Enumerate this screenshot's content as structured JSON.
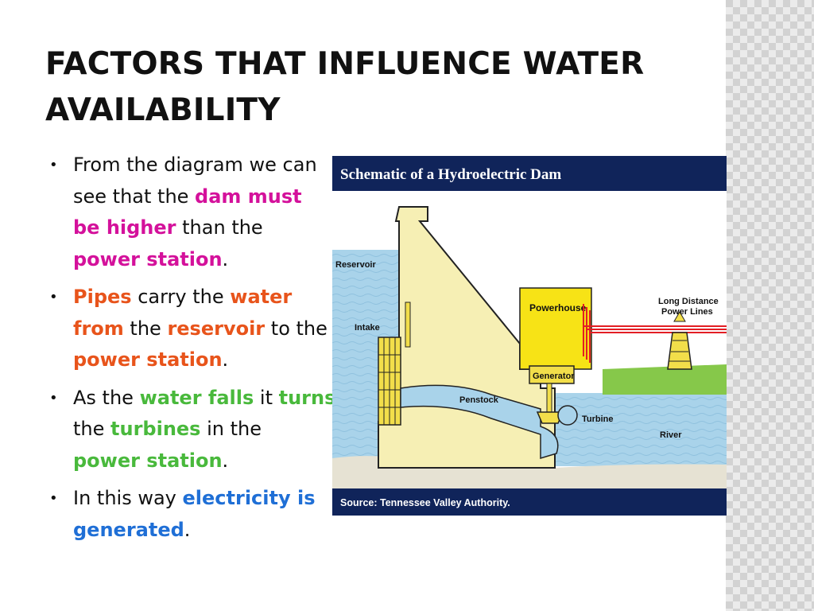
{
  "slide": {
    "title": "FACTORS THAT INFLUENCE WATER AVAILABILITY"
  },
  "bullets": [
    {
      "lines": [
        [
          {
            "t": "From the diagram we can"
          }
        ],
        [
          {
            "t": "see that the "
          },
          {
            "t": "dam must",
            "c": "magenta"
          }
        ],
        [
          {
            "t": "be higher",
            "c": "magenta"
          },
          {
            "t": " than the"
          }
        ],
        [
          {
            "t": "power station",
            "c": "magenta"
          },
          {
            "t": "."
          }
        ]
      ]
    },
    {
      "lines": [
        [
          {
            "t": "Pipes",
            "c": "orange"
          },
          {
            "t": " carry the "
          },
          {
            "t": "water",
            "c": "orange"
          }
        ],
        [
          {
            "t": "from",
            "c": "orange"
          },
          {
            "t": " the "
          },
          {
            "t": "reservoir",
            "c": "orange"
          },
          {
            "t": " to the"
          }
        ],
        [
          {
            "t": "power station",
            "c": "orange"
          },
          {
            "t": "."
          }
        ]
      ]
    },
    {
      "lines": [
        [
          {
            "t": "As the "
          },
          {
            "t": "water falls",
            "c": "green"
          },
          {
            "t": " it "
          },
          {
            "t": "turns",
            "c": "green"
          }
        ],
        [
          {
            "t": "the "
          },
          {
            "t": "turbines",
            "c": "green"
          },
          {
            "t": " in the"
          }
        ],
        [
          {
            "t": "power station",
            "c": "green"
          },
          {
            "t": "."
          }
        ]
      ]
    },
    {
      "lines": [
        [
          {
            "t": "In this way "
          },
          {
            "t": "electricity is",
            "c": "blue"
          }
        ],
        [
          {
            "t": "generated",
            "c": "blue"
          },
          {
            "t": "."
          }
        ]
      ]
    }
  ],
  "colors": {
    "magenta": "#d4119b",
    "orange": "#e8541b",
    "green": "#49b93c",
    "blue": "#1f6fd6",
    "header_bg": "#10245a",
    "water": "#a9d3ea",
    "dam": "#f6efb4",
    "powerhouse": "#f7e316",
    "ground": "#e6e2d3",
    "grass": "#86c84a",
    "line": "#e31e24"
  },
  "diagram": {
    "header": "Schematic of a Hydroelectric Dam",
    "footer": "Source: Tennessee Valley Authority.",
    "labels": {
      "reservoir": "Reservoir",
      "intake": "Intake",
      "powerhouse": "Powerhouse",
      "generator": "Generator",
      "penstock": "Penstock",
      "turbine": "Turbine",
      "river": "River",
      "power_lines": [
        "Long Distance",
        "Power Lines"
      ]
    },
    "icons": [
      "transmission-tower-icon"
    ]
  }
}
